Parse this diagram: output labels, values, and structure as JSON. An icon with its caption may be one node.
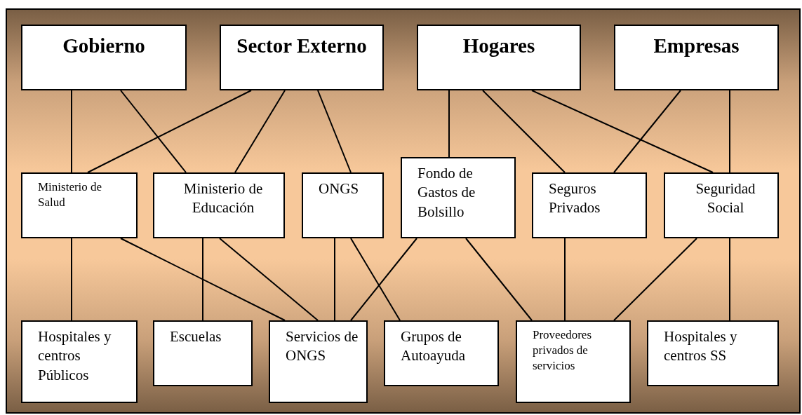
{
  "diagram": {
    "nodes": [
      {
        "text": [
          "Gobierno"
        ]
      },
      {
        "text": [
          "Sector Externo"
        ]
      },
      {
        "text": [
          "Hogares"
        ]
      },
      {
        "text": [
          "Empresas"
        ]
      },
      {
        "text": [
          "Ministerio de Salud"
        ]
      },
      {
        "text": [
          "Ministerio de Educación"
        ]
      },
      {
        "text": [
          "ONGS"
        ]
      },
      {
        "text": [
          "Fondo de Gastos de Bolsillo"
        ]
      },
      {
        "text": [
          "Seguros Privados"
        ]
      },
      {
        "text": [
          "Seguridad Social"
        ]
      },
      {
        "text": [
          "Hospitales y centros Públicos"
        ]
      },
      {
        "text": [
          "Escuelas"
        ]
      },
      {
        "text": [
          "Servicios de ONGS"
        ]
      },
      {
        "text": [
          "Grupos de Autoayuda"
        ]
      },
      {
        "text": [
          "Proveedores privados de servicios"
        ]
      },
      {
        "text": [
          "Hospitales y centros SS"
        ]
      }
    ],
    "edges": [
      {
        "from": 0,
        "to": 4,
        "arrow": "none"
      },
      {
        "from": 0,
        "to": 5,
        "arrow": "none"
      },
      {
        "from": 1,
        "to": 4,
        "arrow": "none"
      },
      {
        "from": 1,
        "to": 5,
        "arrow": "none"
      },
      {
        "from": 1,
        "to": 6,
        "arrow": "none"
      },
      {
        "from": 2,
        "to": 7,
        "arrow": "none"
      },
      {
        "from": 2,
        "to": 8,
        "arrow": "none"
      },
      {
        "from": 2,
        "to": 9,
        "arrow": "none"
      },
      {
        "from": 3,
        "to": 8,
        "arrow": "none"
      },
      {
        "from": 3,
        "to": 9,
        "arrow": "none"
      },
      {
        "from": 4,
        "to": 10,
        "arrow": "none"
      },
      {
        "from": 4,
        "to": 12,
        "arrow": "none"
      },
      {
        "from": 5,
        "to": 11,
        "arrow": "none"
      },
      {
        "from": 5,
        "to": 12,
        "arrow": "none"
      },
      {
        "from": 6,
        "to": 12,
        "arrow": "none"
      },
      {
        "from": 6,
        "to": 13,
        "arrow": "none"
      },
      {
        "from": 7,
        "to": 12,
        "arrow": "none"
      },
      {
        "from": 7,
        "to": 14,
        "arrow": "none"
      },
      {
        "from": 8,
        "to": 14,
        "arrow": "none"
      },
      {
        "from": 9,
        "to": 14,
        "arrow": "none"
      },
      {
        "from": 9,
        "to": 15,
        "arrow": "none"
      }
    ]
  }
}
